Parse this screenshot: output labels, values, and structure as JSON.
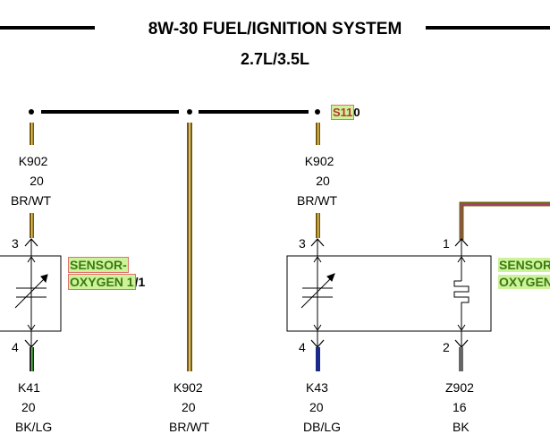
{
  "header": {
    "title": "8W-30 FUEL/IGNITION SYSTEM",
    "subtitle": "2.7L/3.5L"
  },
  "splice": {
    "id_main": "S11",
    "id_suffix": "0"
  },
  "wires": {
    "top_left": {
      "circuit": "K902",
      "gauge": "20",
      "color": "BR/WT"
    },
    "top_mid": {
      "circuit": "K902",
      "gauge": "20",
      "color": "BR/WT"
    },
    "bottom_left": {
      "circuit": "K41",
      "gauge": "20",
      "color": "BK/LG"
    },
    "bottom_mid": {
      "circuit": "K902",
      "gauge": "20",
      "color": "BR/WT"
    },
    "bottom_mid2": {
      "circuit": "K43",
      "gauge": "20",
      "color": "DB/LG"
    },
    "bottom_right": {
      "circuit": "Z902",
      "gauge": "16",
      "color": "BK"
    }
  },
  "pins": {
    "left_top": "3",
    "left_bottom": "4",
    "mid_top": "3",
    "mid_bottom": "4",
    "right_top": "1",
    "right_bottom": "2"
  },
  "components": {
    "sensor_left": {
      "line1": "SENSOR-",
      "line2_main": "OXYGEN 1",
      "line2_suffix": "/1"
    },
    "sensor_right": {
      "line1": "SENSOR",
      "line2": "OXYGEN"
    }
  },
  "colors": {
    "brown_white": "#8a6a10",
    "highlight": "#ccf29a",
    "green_text": "#3a7a10",
    "dark_blue": "#1a2a8a",
    "gray": "#777777",
    "violet": "#b0208a"
  }
}
